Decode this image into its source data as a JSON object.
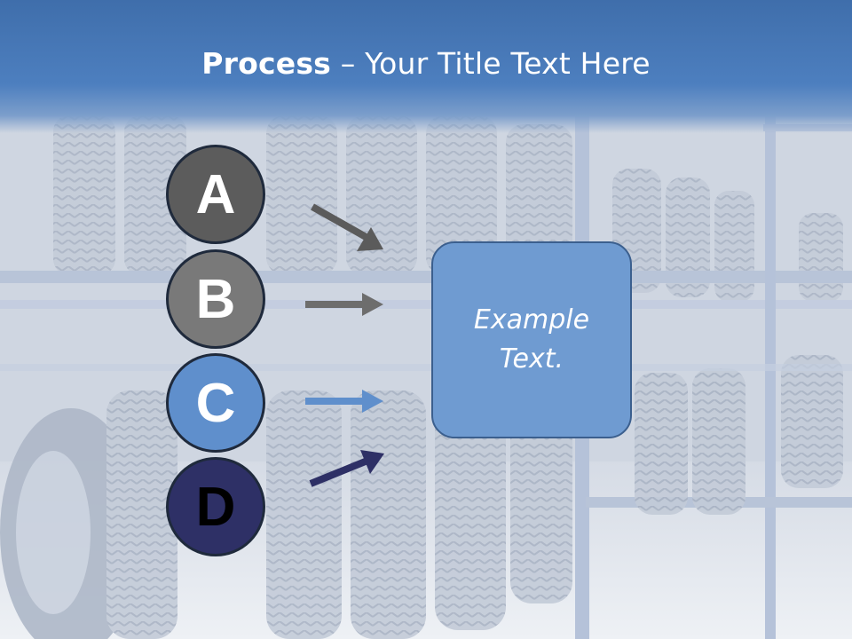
{
  "title": {
    "bold": "Process",
    "rest": " – Your Title Text Here"
  },
  "steps": [
    {
      "label": "A",
      "color": "#5c5c5c",
      "arrow_color": "#5b5b5b"
    },
    {
      "label": "B",
      "color": "#797979",
      "arrow_color": "#6d6d6d"
    },
    {
      "label": "C",
      "color": "#5f8fcc",
      "arrow_color": "#5f8fcc"
    },
    {
      "label": "D",
      "color": "#2e3066",
      "arrow_color": "#2e3066"
    }
  ],
  "box": {
    "text": "Example Text.",
    "fill": "#6f9bd1",
    "border": "#3b5f8e"
  },
  "background": {
    "header_color": "#4a7bbd"
  }
}
